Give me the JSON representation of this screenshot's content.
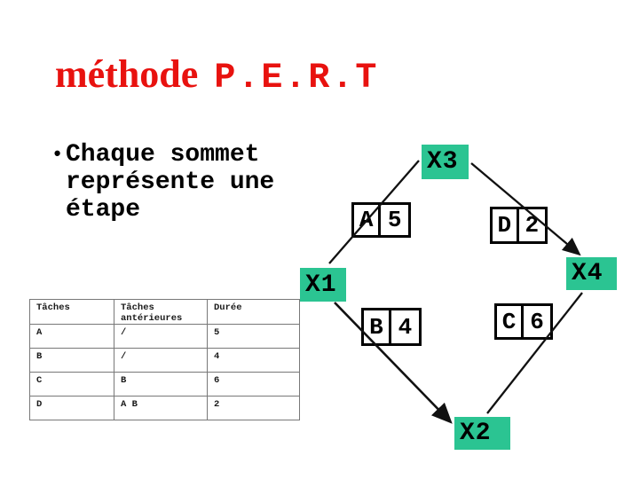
{
  "slide": {
    "title": {
      "method": "méthode",
      "pert": "P.E.R.T"
    },
    "bullet": {
      "marker": "•",
      "text": "Chaque sommet représente une étape"
    },
    "table": {
      "headers": [
        "Tâches",
        "Tâches antérieures",
        "Durée"
      ],
      "rows": [
        [
          "A",
          "/",
          "5"
        ],
        [
          "B",
          "/",
          "4"
        ],
        [
          "C",
          "B",
          "6"
        ],
        [
          "D",
          "A B",
          "2"
        ]
      ]
    },
    "diagram": {
      "nodes": [
        "X1",
        "X2",
        "X3",
        "X4"
      ],
      "edges": [
        {
          "task": "A",
          "duration": "5",
          "from": "X1",
          "to": "X3"
        },
        {
          "task": "B",
          "duration": "4",
          "from": "X1",
          "to": "X2"
        },
        {
          "task": "C",
          "duration": "6",
          "from": "X2",
          "to": "X4"
        },
        {
          "task": "D",
          "duration": "2",
          "from": "X3",
          "to": "X4"
        }
      ]
    },
    "colors": {
      "title_red": "#e8120f",
      "node_green": "#2bc492",
      "line_black": "#111111",
      "table_border_gray": "#787878"
    }
  }
}
